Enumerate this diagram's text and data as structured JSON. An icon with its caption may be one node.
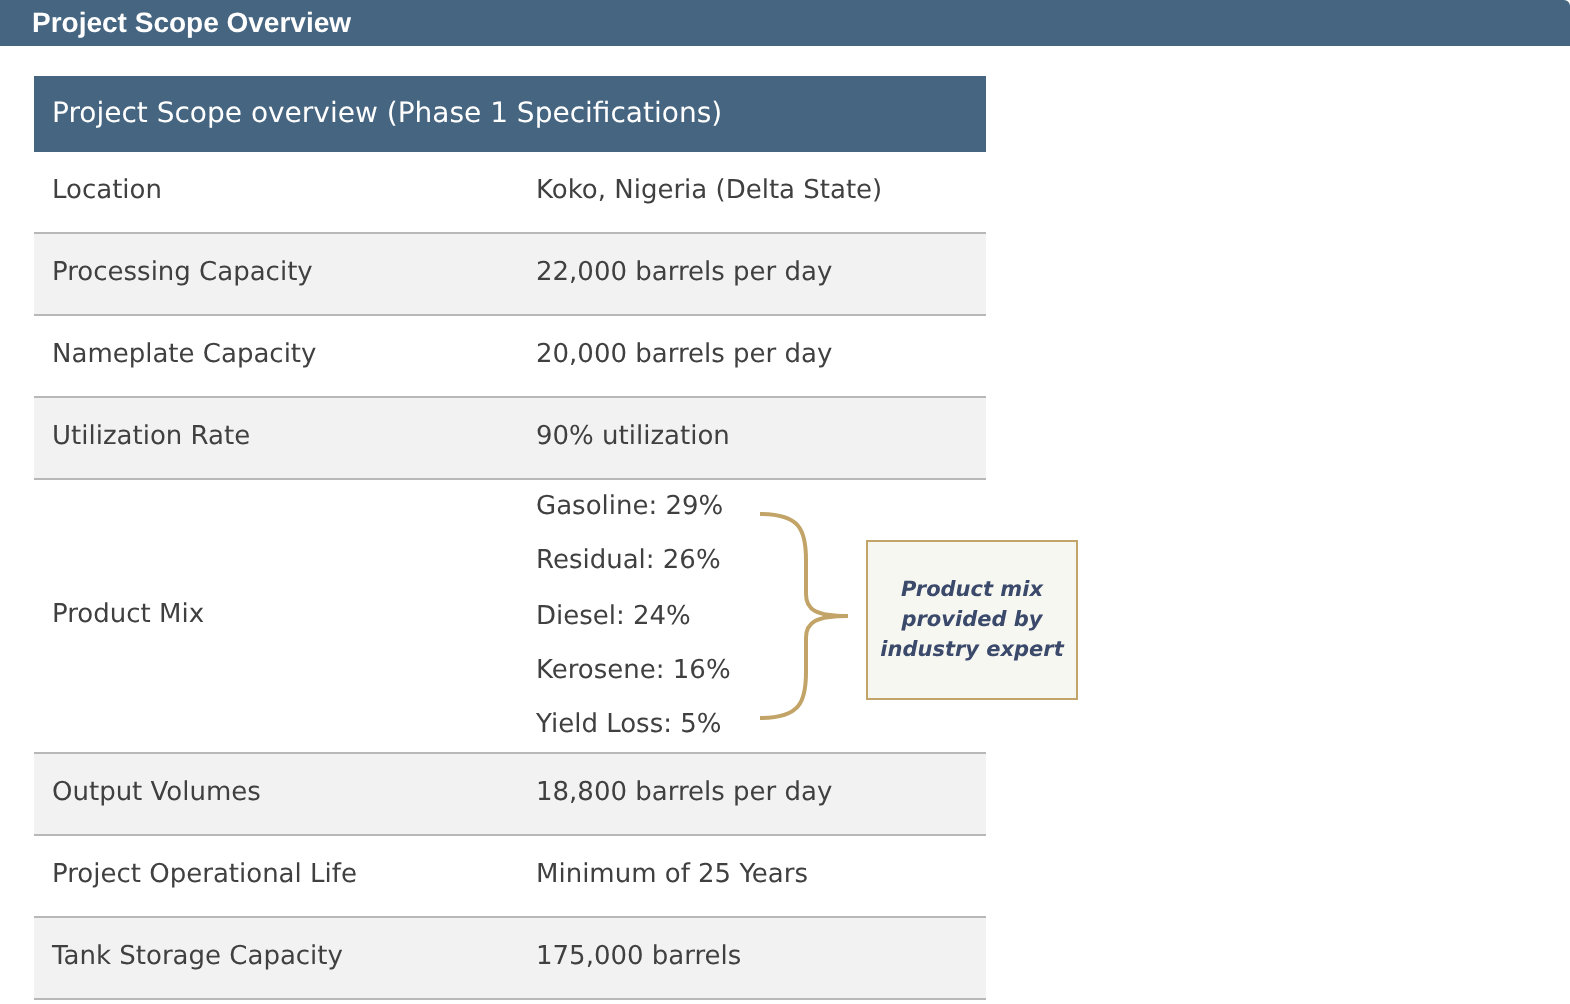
{
  "diagram": {
    "title": "Project Scope Overview",
    "nodes": [
      {
        "text": [
          "Product mix provided by industry expert"
        ]
      }
    ],
    "labels": [
      "Project Scope overview (Phase 1 Specifications)",
      "Location",
      "Koko, Nigeria (Delta State)",
      "Processing Capacity",
      "22,000 barrels per day",
      "Nameplate Capacity",
      "20,000 barrels per day",
      "Utilization Rate",
      "90% utilization",
      "Product Mix",
      "Gasoline: 29%",
      "Residual: 26%",
      "Diesel: 24%",
      "Kerosene: 16%",
      "Yield Loss: 5%",
      "Output Volumes",
      "18,800 barrels per day",
      "Project Operational Life",
      "Minimum of 25 Years",
      "Tank Storage Capacity",
      "175,000 barrels"
    ]
  }
}
